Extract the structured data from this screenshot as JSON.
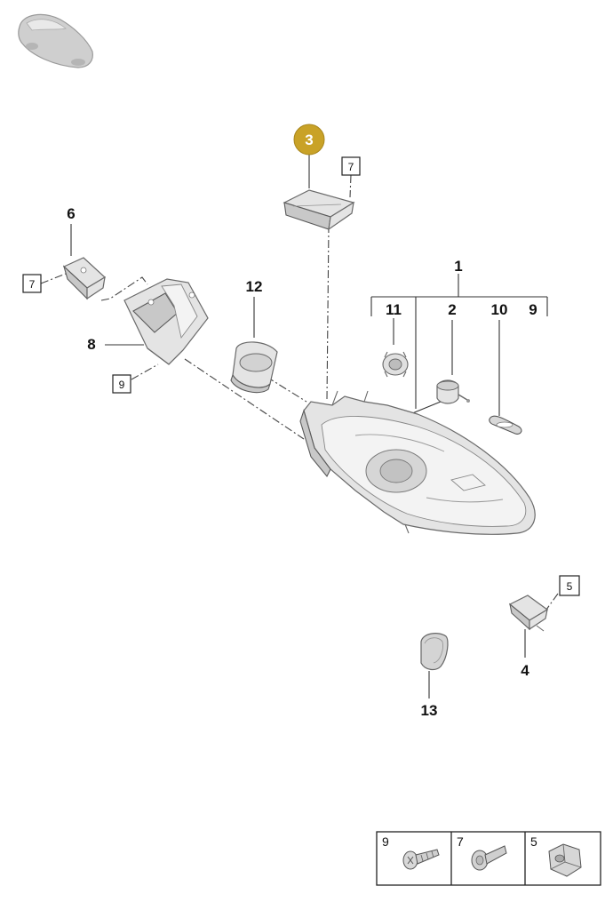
{
  "callouts": {
    "c1": "1",
    "c2": "2",
    "c3": "3",
    "c4": "4",
    "c6": "6",
    "c8": "8",
    "c9": "9",
    "c10": "10",
    "c11": "11",
    "c12": "12",
    "c13": "13"
  },
  "boxed_refs": {
    "b7_top": "7",
    "b7_left": "7",
    "b9_left": "9",
    "b5_right": "5"
  },
  "legend": {
    "items": [
      {
        "number": "9",
        "icon": "screw-icon"
      },
      {
        "number": "7",
        "icon": "bolt-icon"
      },
      {
        "number": "5",
        "icon": "nut-icon"
      }
    ]
  },
  "colors": {
    "highlight_badge": "#c9a227",
    "line": "#333333",
    "part_fill": "#e4e4e4"
  }
}
